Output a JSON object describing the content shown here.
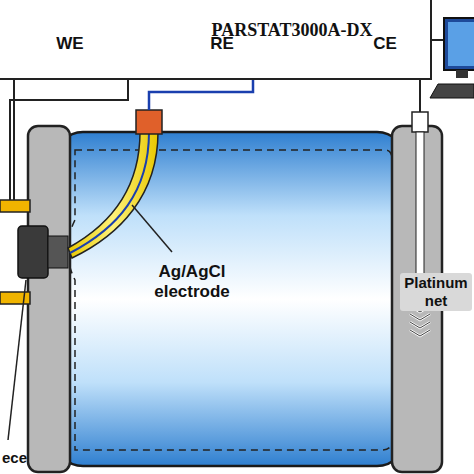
{
  "diagram": {
    "nodes": [
      {
        "text": [
          "PARSTAT3000A-DX"
        ]
      }
    ],
    "labels": [
      "WE",
      "RE",
      "CE",
      "Ag/AgCl electrode",
      "Platinum net",
      "ece"
    ]
  }
}
